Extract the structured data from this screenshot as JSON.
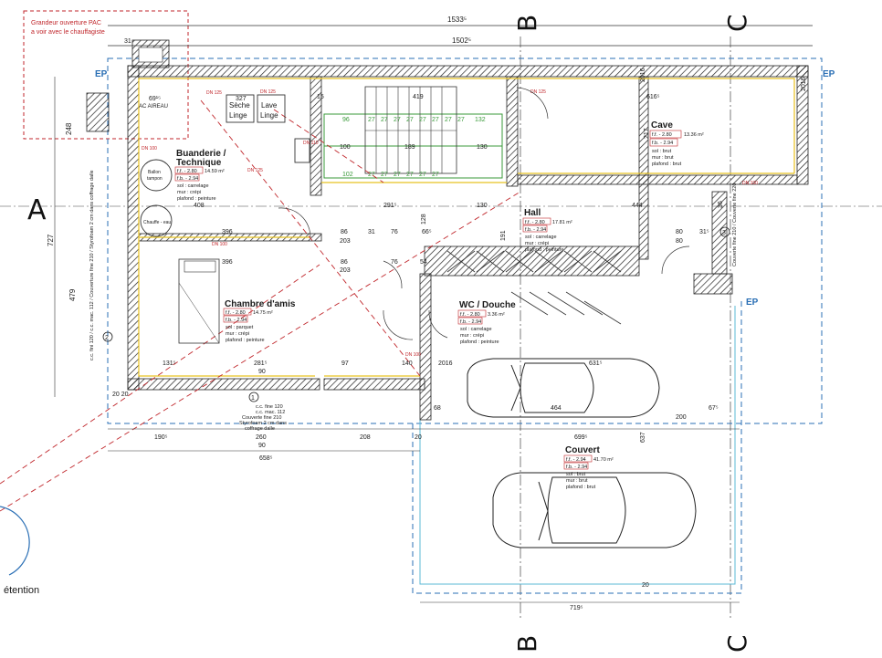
{
  "note": {
    "line1": "Grandeur ouverture PAC",
    "line2": "a voir avec le chauffagiste"
  },
  "section_marks": {
    "a": "A",
    "b": "B",
    "c": "C"
  },
  "ep_label": "EP",
  "retention_label": "étention",
  "top_dims": {
    "overall_outer": "1533⁵",
    "overall_inner": "1502⁵",
    "left_small": "31"
  },
  "rooms": {
    "cave": {
      "name": "Cave",
      "ff": "f.f. - 2.80",
      "area": "13.36 m²",
      "fb": "f.b. - 2.94",
      "sol": "sol : brut",
      "mur": "mur : brut",
      "plafond": "plafond : brut"
    },
    "buanderie": {
      "name_line1": "Buanderie /",
      "name_line2": "Technique",
      "ff": "f.f. - 2.80",
      "area": "14.59 m²",
      "fb": "f.b. - 2.94",
      "sol": "sol : carrelage",
      "mur": "mur : crépi",
      "plafond": "plafond : peinture"
    },
    "hall": {
      "name": "Hall",
      "ff": "f.f. - 2.80",
      "area": "17.81 m²",
      "fb": "f.b. - 2.94",
      "sol": "sol : carrelage",
      "mur": "mur : crépi",
      "plafond": "plafond : peinture"
    },
    "chambre": {
      "name": "Chambre d'amis",
      "ff": "f.f. - 2.80",
      "area": "14.75 m²",
      "fb": "f.b. - 2.94",
      "sol": "sol : parquet",
      "mur": "mur : crépi",
      "plafond": "plafond : peinture"
    },
    "wc": {
      "name": "WC / Douche",
      "ff": "f.f. - 2.80",
      "area": "3.36 m²",
      "fb": "f.b. - 2.94",
      "sol": "sol : carrelage",
      "mur": "mur : crépi",
      "plafond": "plafond : peinture"
    },
    "couvert": {
      "name": "Couvert",
      "ff": "f.f. - 2.94",
      "area": "41.70 m²",
      "fb": "f.b. - 2.94",
      "sol": "sol : brut",
      "mur": "mur : brut",
      "plafond": "plafond : brut"
    }
  },
  "equipment": {
    "seche": {
      "line1": "Sèche",
      "line2": "Linge"
    },
    "lave": {
      "line1": "Lave",
      "line2": "Linge"
    },
    "ballon": {
      "line1": "Ballon",
      "line2": "tampon"
    },
    "chauffe": "Chauffe - eau",
    "acaireau": "AC AIREAU"
  },
  "dn_labels": {
    "dn125_a": "DN 125",
    "dn125_b": "DN 125",
    "dn125_c": "DN 125",
    "dn100_a": "DN 100",
    "dn100_b": "DN 100",
    "dn100_c": "DN 100",
    "dn100_d": "DN 100",
    "dn110": "DN 110",
    "dn125_d": "DN 125"
  },
  "dims": {
    "d6915": "69¹⁵",
    "d419": "419",
    "d616": "616⁵",
    "d327": "327",
    "d96": "96",
    "d132": "132",
    "d100a": "100",
    "d189": "189",
    "d130a": "130",
    "d102": "102",
    "d130b": "130",
    "d408": "408",
    "d291": "291⁵",
    "d444": "444",
    "d396a": "396",
    "d86a": "86",
    "d203a": "203",
    "d31a": "31",
    "d76a": "76",
    "d66": "66⁵",
    "d80a": "80",
    "d31b": "31⁵",
    "d396b": "396",
    "d86b": "86",
    "d203b": "203",
    "d76b": "76",
    "d54": "54",
    "d248": "248",
    "d727": "727",
    "d479": "479",
    "d131": "131⁵",
    "d281": "281⁵",
    "d90a": "90",
    "d97": "97",
    "d140": "140",
    "d2016a": "2016",
    "d631": "631⁵",
    "d68": "68",
    "d464": "464",
    "d200": "200",
    "d67": "67⁵",
    "d699": "699⁵",
    "d190": "190⁵",
    "d260": "260",
    "d208": "208",
    "d20a": "20",
    "d90b": "90",
    "d658": "658⁵",
    "d719": "719⁵",
    "d637": "637",
    "d2016b": "2016",
    "d2016c": "2016",
    "d20b": "20",
    "d15a": "15",
    "d80b": "80",
    "d217": "217",
    "d191": "191",
    "d128": "128",
    "d36": "36",
    "d2020": "20 20"
  },
  "stair_steps": [
    "27",
    "27",
    "27",
    "27",
    "27",
    "27",
    "27",
    "27"
  ],
  "annotations": {
    "cc_left": "c.c. fini 120 / c.c. mac. 112 / Couverture fine 210 / Styrofoam 2 cm dans coffrage dalle",
    "cc_bottom_1": "c.c. fine 120",
    "cc_bottom_2": "c.c. mac. 112",
    "cc_bottom_3": "Couverte fine 210",
    "cc_bottom_4": "Styrofoam 2 cm dans",
    "cc_bottom_5": "coffrage dalle",
    "cc_right": "Couverte fine 210 / Couverte fine 220"
  },
  "markers": {
    "m1": "1",
    "m2": "2",
    "m3": "3"
  }
}
